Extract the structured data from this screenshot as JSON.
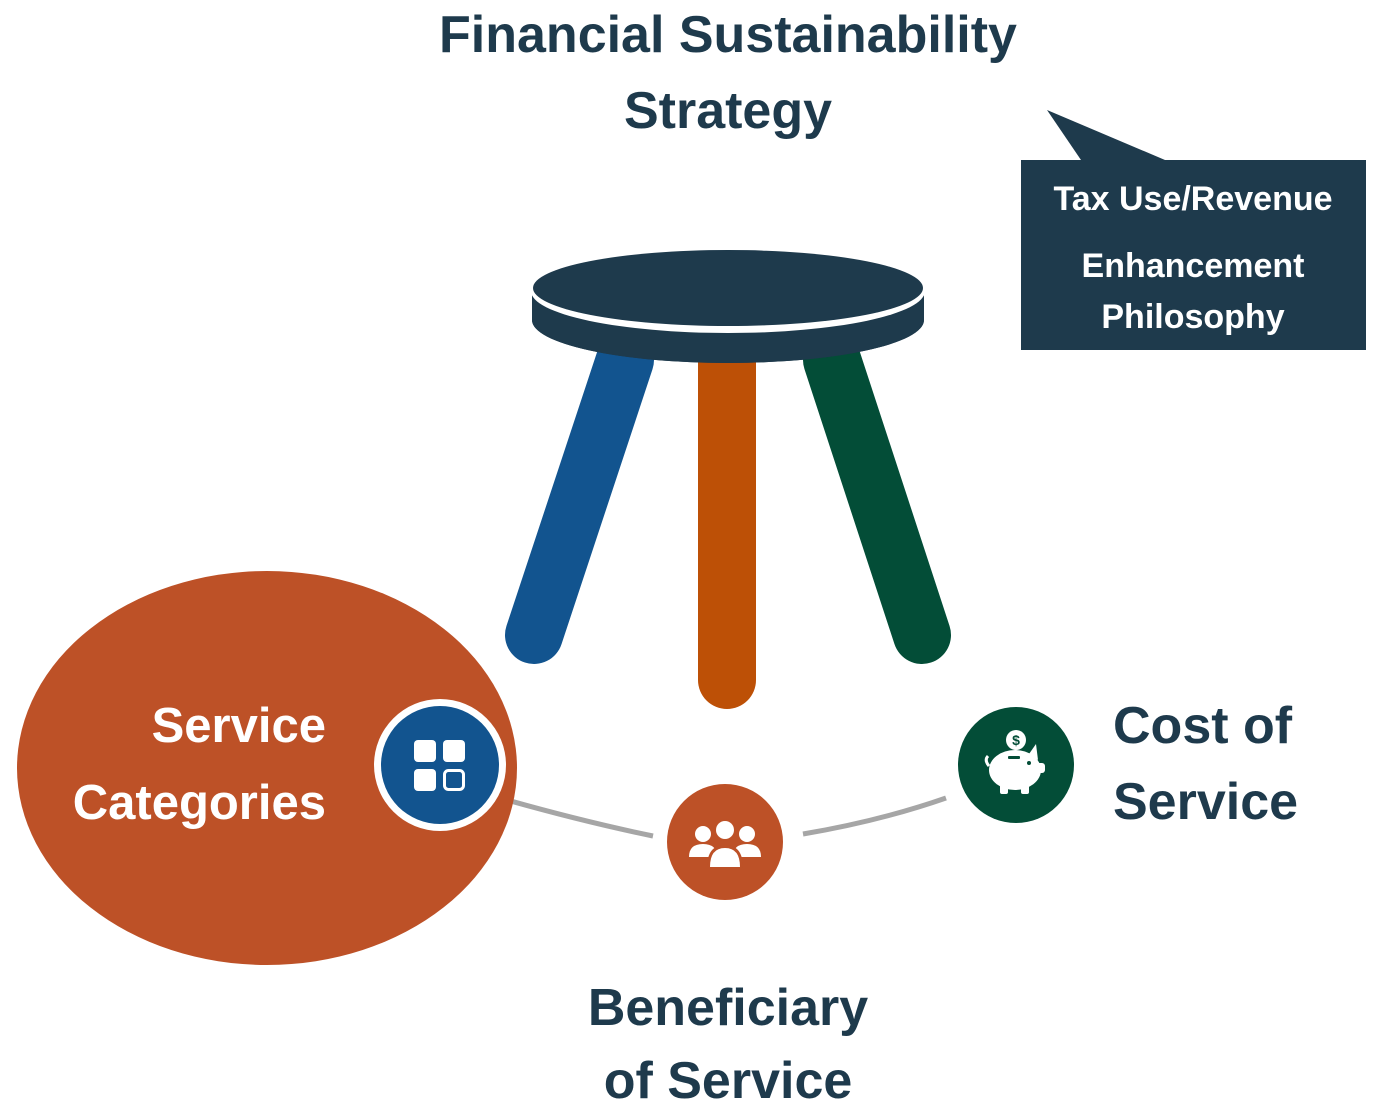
{
  "title": {
    "line1": "Financial Sustainability",
    "line2": "Strategy"
  },
  "callout": {
    "line1": "Tax Use/Revenue",
    "line2": "Enhancement",
    "line3": "Philosophy"
  },
  "pillars": {
    "service_categories": {
      "line1": "Service",
      "line2": "Categories",
      "icon": "grid-apps-icon"
    },
    "beneficiary": {
      "line1": "Beneficiary",
      "line2": "of Service",
      "icon": "people-group-icon"
    },
    "cost": {
      "line1": "Cost of",
      "line2": "Service",
      "icon": "piggy-bank-icon"
    }
  },
  "colors": {
    "navy": "#1e3a4c",
    "blue": "#12548f",
    "orange": "#bd5006",
    "green": "#034d37",
    "rust": "#bd5127",
    "connector_gray": "#a6a6a6"
  }
}
